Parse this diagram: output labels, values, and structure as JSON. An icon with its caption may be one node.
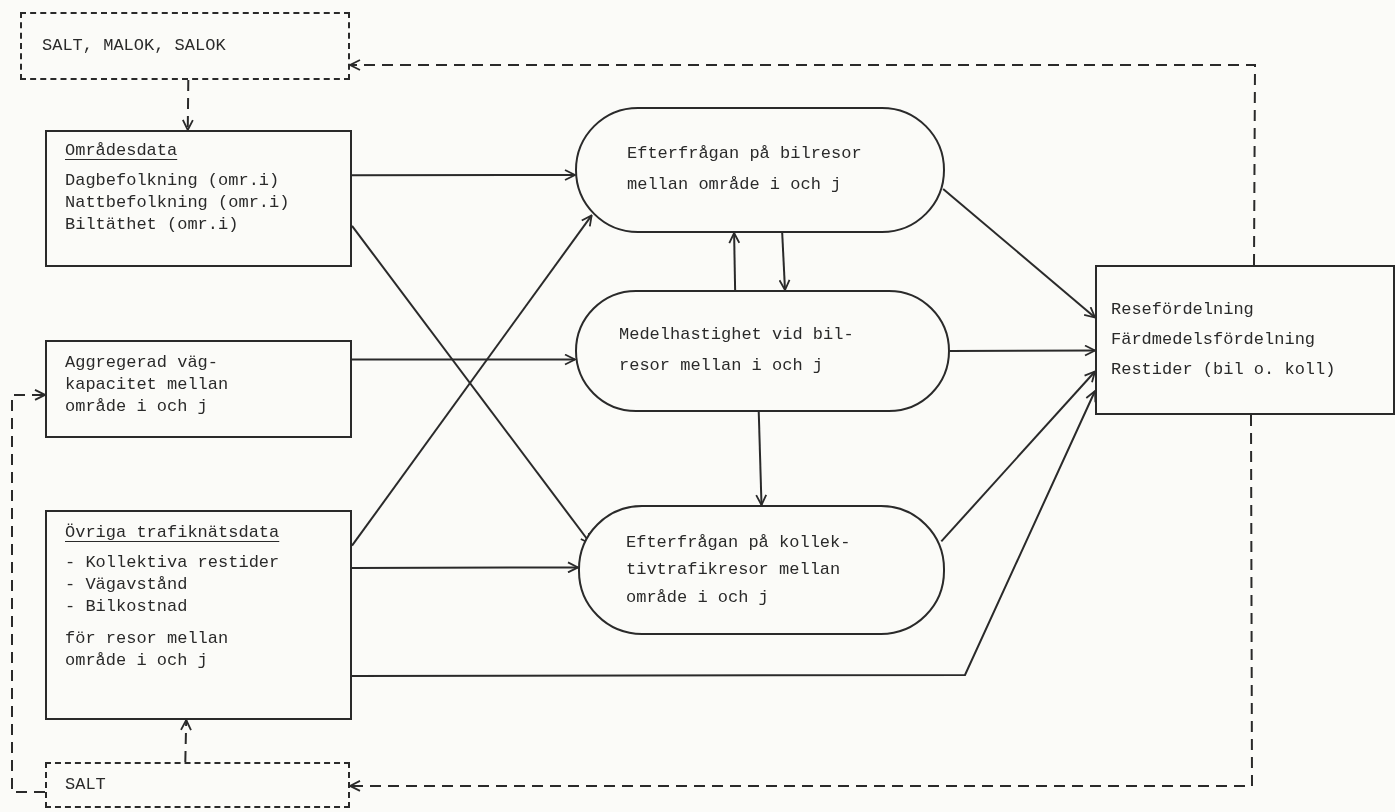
{
  "diagram": {
    "nodes": [
      {
        "text": [
          "SALT, MALOK, SALOK"
        ]
      },
      {
        "text": [
          "Områdesdata",
          "Dagbefolkning (omr.i)",
          "Nattbefolkning (omr.i)",
          "Biltäthet (omr.i)"
        ]
      },
      {
        "text": [
          "Aggregerad väg- kapacitet mellan område i och j"
        ]
      },
      {
        "text": [
          "Övriga trafiknätsdata",
          "- Kollektiva restider",
          "- Vägavstånd",
          "- Bilkostnad",
          "för resor mellan område i och j"
        ]
      },
      {
        "text": [
          "SALT"
        ]
      },
      {
        "text": [
          "Efterfrågan på bilresor mellan område i och j"
        ]
      },
      {
        "text": [
          "Medelhastighet vid bil- resor mellan i och j"
        ]
      },
      {
        "text": [
          "Efterfrågan på kollek- tivtrafikresor mellan område i och j"
        ]
      },
      {
        "text": [
          "Resefördelning",
          "Färdmedelsfördelning",
          "Restider (bil o. koll)"
        ]
      }
    ],
    "edges": [
      {
        "from": 0,
        "to": 1,
        "arrow": "to",
        "style": "dashed"
      },
      {
        "from": 1,
        "to": 5,
        "arrow": "to"
      },
      {
        "from": 1,
        "to": 7,
        "arrow": "to"
      },
      {
        "from": 2,
        "to": 6,
        "arrow": "to"
      },
      {
        "from": 3,
        "to": 5,
        "arrow": "to"
      },
      {
        "from": 3,
        "to": 7,
        "arrow": "to"
      },
      {
        "from": 3,
        "to": 8,
        "arrow": "to"
      },
      {
        "from": 6,
        "to": 5,
        "arrow": "to"
      },
      {
        "from": 5,
        "to": 6,
        "arrow": "to"
      },
      {
        "from": 6,
        "to": 7,
        "arrow": "to"
      },
      {
        "from": 5,
        "to": 8,
        "arrow": "to"
      },
      {
        "from": 6,
        "to": 8,
        "arrow": "to"
      },
      {
        "from": 7,
        "to": 8,
        "arrow": "to"
      },
      {
        "from": 8,
        "to": 0,
        "arrow": "to",
        "style": "dashed"
      },
      {
        "from": 8,
        "to": 4,
        "arrow": "to",
        "style": "dashed"
      },
      {
        "from": 4,
        "to": 3,
        "arrow": "to",
        "style": "dashed"
      },
      {
        "from": 4,
        "to": 2,
        "arrow": "to",
        "style": "dashed"
      }
    ]
  }
}
